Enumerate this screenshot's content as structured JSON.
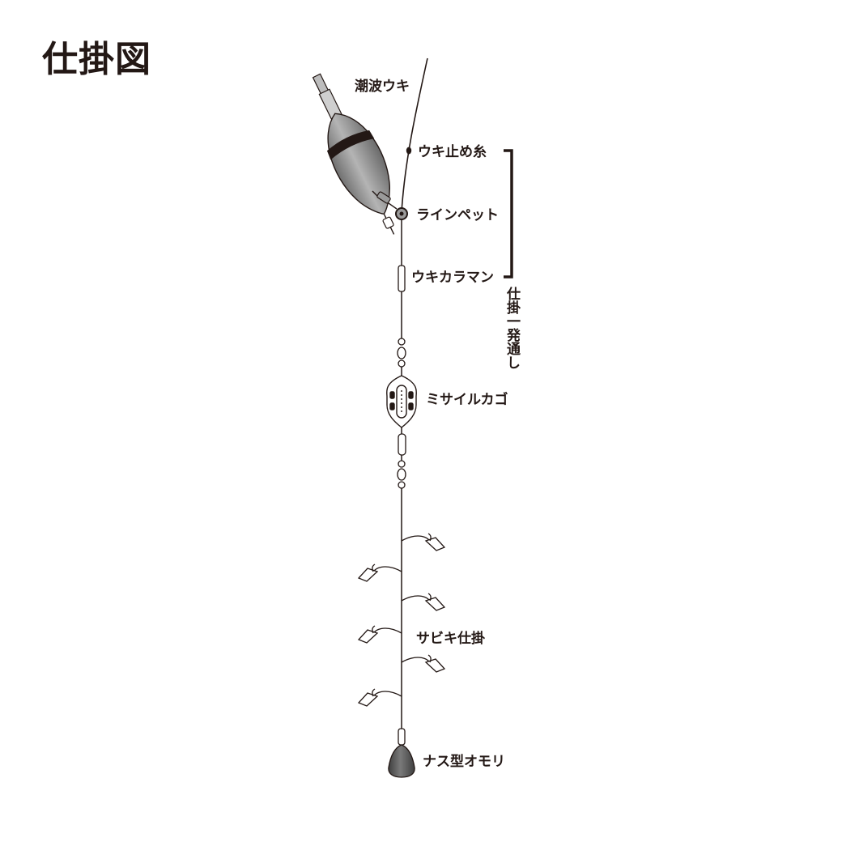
{
  "title": "仕掛図",
  "labels": {
    "float": "潮波ウキ",
    "float_stopper": "ウキ止め糸",
    "line_pet": "ラインペット",
    "float_karaman": "ウキカラマン",
    "missile_basket": "ミサイルカゴ",
    "sabiki_rig": "サビキ仕掛",
    "sinker": "ナス型オモリ"
  },
  "bracket_label": "仕掛一発通し",
  "colors": {
    "ink": "#231815",
    "float_body": "#8a8a8a",
    "float_tip": "#c8c8c8",
    "sinker": "#555555",
    "background": "#ffffff"
  }
}
